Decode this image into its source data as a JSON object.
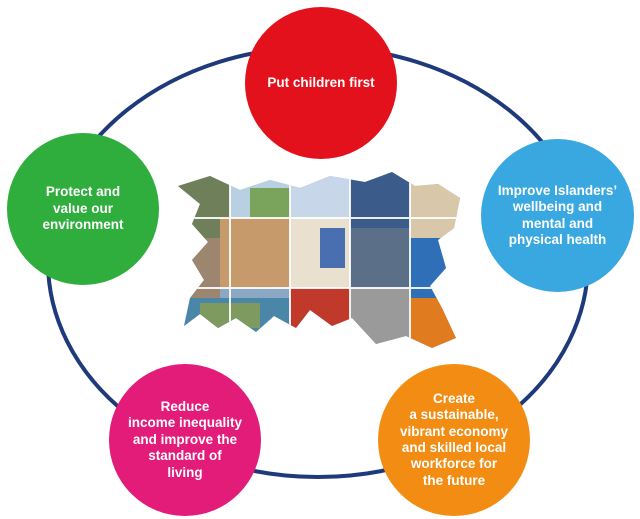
{
  "priorities": {
    "children": "Put children first",
    "health": "Improve Islanders’\nwellbeing and\nmental and\nphysical health",
    "economy": "Create\na sustainable,\nvibrant economy\nand skilled local\nworkforce for\nthe future",
    "income": "Reduce\nincome inequality\nand improve the\nstandard of\nliving",
    "environment": "Protect and\nvalue our\nenvironment"
  },
  "colors": {
    "ring": "#1f3a7a",
    "children": "#e3111b",
    "health": "#3aa8e0",
    "economy": "#f28c12",
    "income": "#e31b79",
    "environment": "#2fae3d"
  }
}
